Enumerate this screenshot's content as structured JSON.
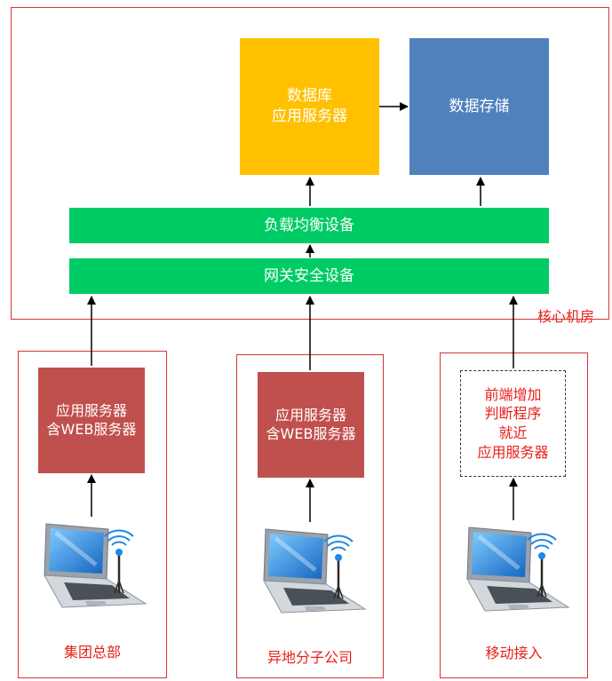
{
  "core_room": {
    "label": "核心机房",
    "db_app_server": "数据库\n应用服务器",
    "data_storage": "数据存储",
    "load_balancer": "负载均衡设备",
    "gateway_security": "网关安全设备"
  },
  "branches": [
    {
      "app_server": "应用服务器\n含WEB服务器",
      "label": "集团总部"
    },
    {
      "app_server": "应用服务器\n含WEB服务器",
      "label": "异地分子公司"
    },
    {
      "app_server": "前端增加\n判断程序\n就近\n应用服务器",
      "label": "移动接入"
    }
  ],
  "icons": {
    "client": "laptop-with-wireless-antenna-icon"
  },
  "colors": {
    "frame": "#d9323a",
    "db_app_server": "#ffc000",
    "data_storage": "#4f81bd",
    "network_bars": "#00cc66",
    "app_server": "#c0504d",
    "labels": "#e8201a"
  }
}
